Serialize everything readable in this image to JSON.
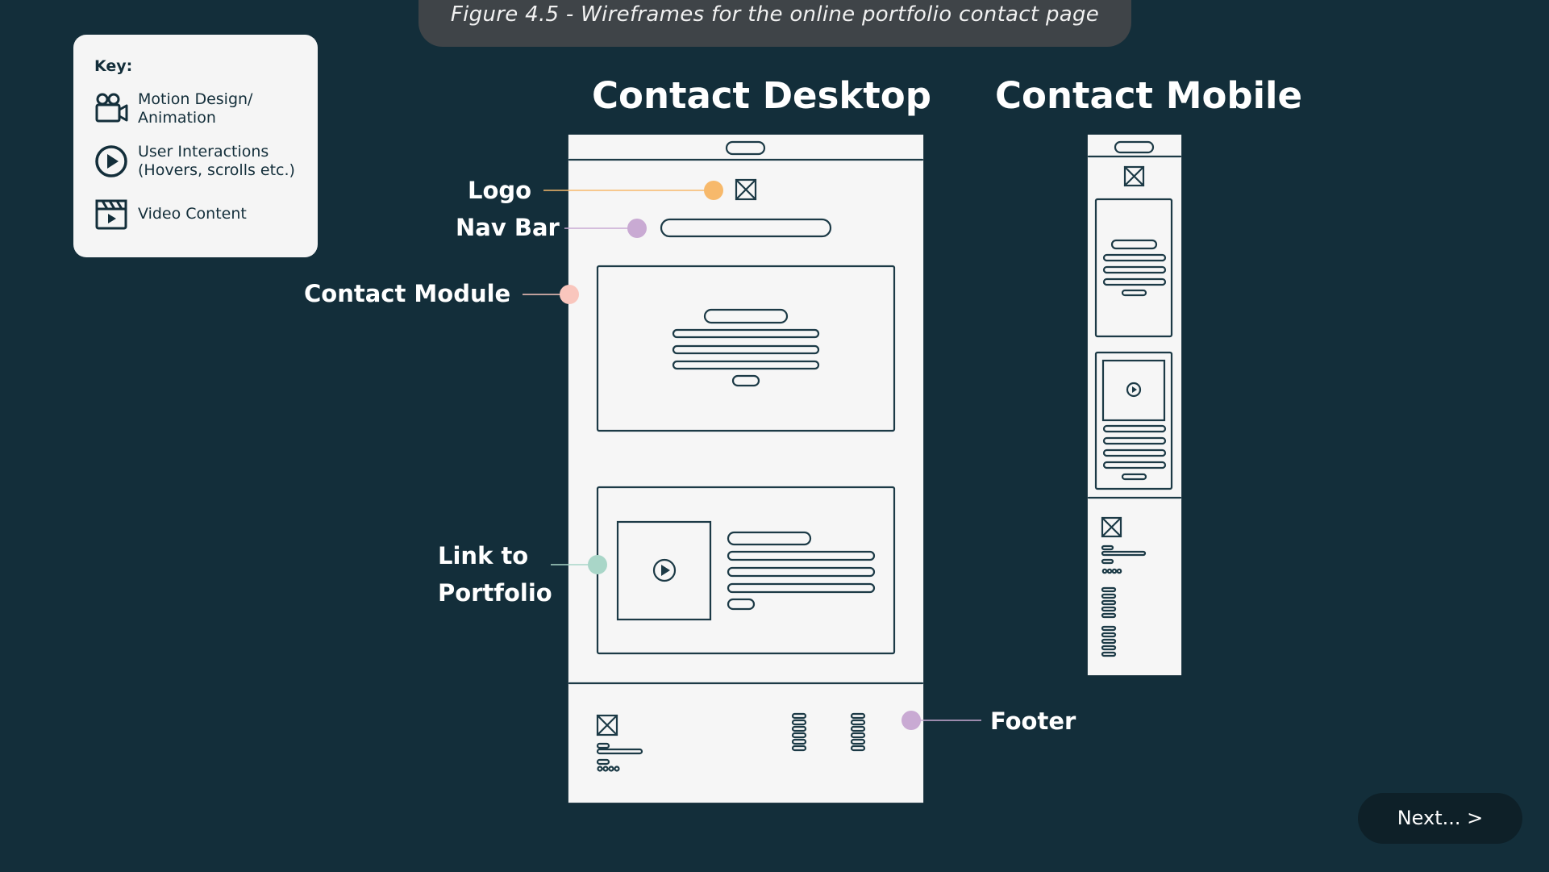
{
  "caption": "Figure 4.5 - Wireframes for the online portfolio contact page",
  "key": {
    "title": "Key:",
    "items": [
      {
        "icon": "video-camera-icon",
        "line1": "Motion Design/",
        "line2": "Animation"
      },
      {
        "icon": "play-circle-icon",
        "line1": "User Interactions",
        "line2": "(Hovers, scrolls etc.)"
      },
      {
        "icon": "clapperboard-icon",
        "line1": "Video Content",
        "line2": ""
      }
    ]
  },
  "headings": {
    "desktop": "Contact Desktop",
    "mobile": "Contact Mobile"
  },
  "labels": {
    "logo": "Logo",
    "nav_bar": "Nav Bar",
    "contact_module": "Contact Module",
    "link_line1": "Link to",
    "link_line2": "Portfolio",
    "footer": "Footer"
  },
  "colors": {
    "background": "#132e3a",
    "wire_stroke": "#1c3a46",
    "wire_fill": "#f6f6f6",
    "logo_dot": "#f7b96b",
    "nav_dot": "#c9aad3",
    "contact_dot": "#f9c6bd",
    "link_dot": "#a9d6c8",
    "footer_dot": "#c9aad3"
  },
  "next_button": "Next... >"
}
